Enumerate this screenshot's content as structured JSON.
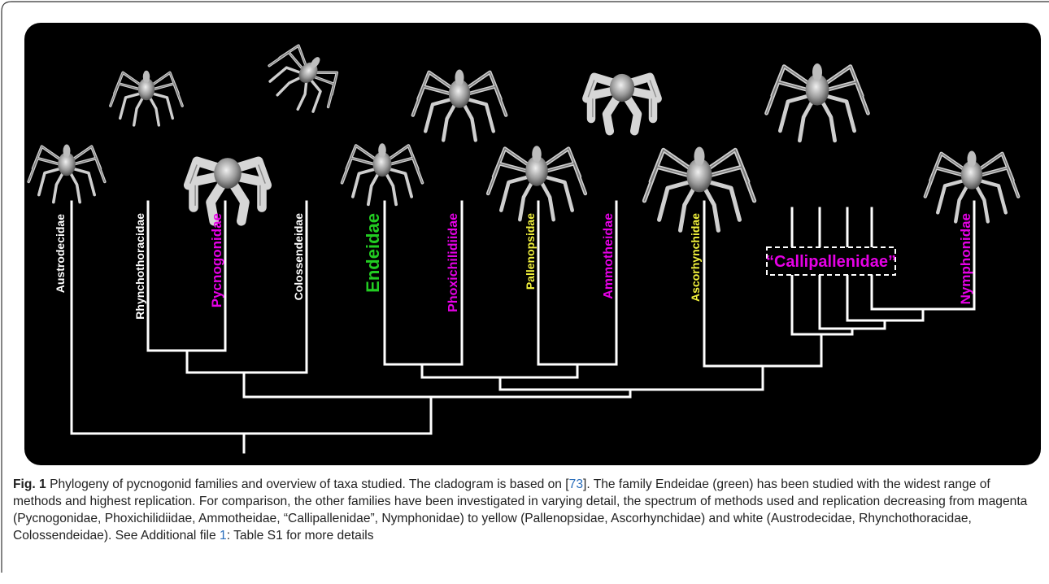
{
  "colors": {
    "magenta": "#e600e6",
    "green": "#22cc22",
    "yellow": "#f2f23c",
    "white": "#ffffff",
    "background": "#000000",
    "link": "#2a6ebb"
  },
  "taxa": [
    {
      "name": "Austrodecidae",
      "color": "white",
      "emphasis": "normal"
    },
    {
      "name": "Rhynchothoracidae",
      "color": "white",
      "emphasis": "normal"
    },
    {
      "name": "Pycnogonidae",
      "color": "magenta",
      "emphasis": "bold"
    },
    {
      "name": "Colossendeidae",
      "color": "white",
      "emphasis": "normal"
    },
    {
      "name": "Endeidae",
      "color": "green",
      "emphasis": "large"
    },
    {
      "name": "Phoxichilidiidae",
      "color": "magenta",
      "emphasis": "bold"
    },
    {
      "name": "Pallenopsidae",
      "color": "yellow",
      "emphasis": "bold"
    },
    {
      "name": "Ammotheidae",
      "color": "magenta",
      "emphasis": "bold"
    },
    {
      "name": "Ascorhynchidae",
      "color": "yellow",
      "emphasis": "bold"
    },
    {
      "name": "Nymphonidae",
      "color": "magenta",
      "emphasis": "bold"
    }
  ],
  "group_label": "“Callipallenidae”",
  "specimen_icons": [
    "sea-spider-specimen-icon"
  ],
  "caption": {
    "fig_num": "Fig. 1",
    "text_1": " Phylogeny of pycnogonid families and overview of taxa studied. The cladogram is based on [",
    "ref_1": "73",
    "text_2": "]. The family Endeidae (green) has been studied with the widest range of methods and highest replication. For comparison, the other families have been investigated in varying detail, the spectrum of methods used and replication decreasing from magenta (Pycnogonidae, Phoxichilidiidae, Ammotheidae, “Callipallenidae”, Nymphonidae) to yellow (Pallenopsidae, Ascorhynchidae) and white (Austrodecidae, Rhynchothoracidae, Colossendeidae). See Additional file ",
    "ref_2": "1",
    "text_3": ": Table S1 for more details"
  }
}
